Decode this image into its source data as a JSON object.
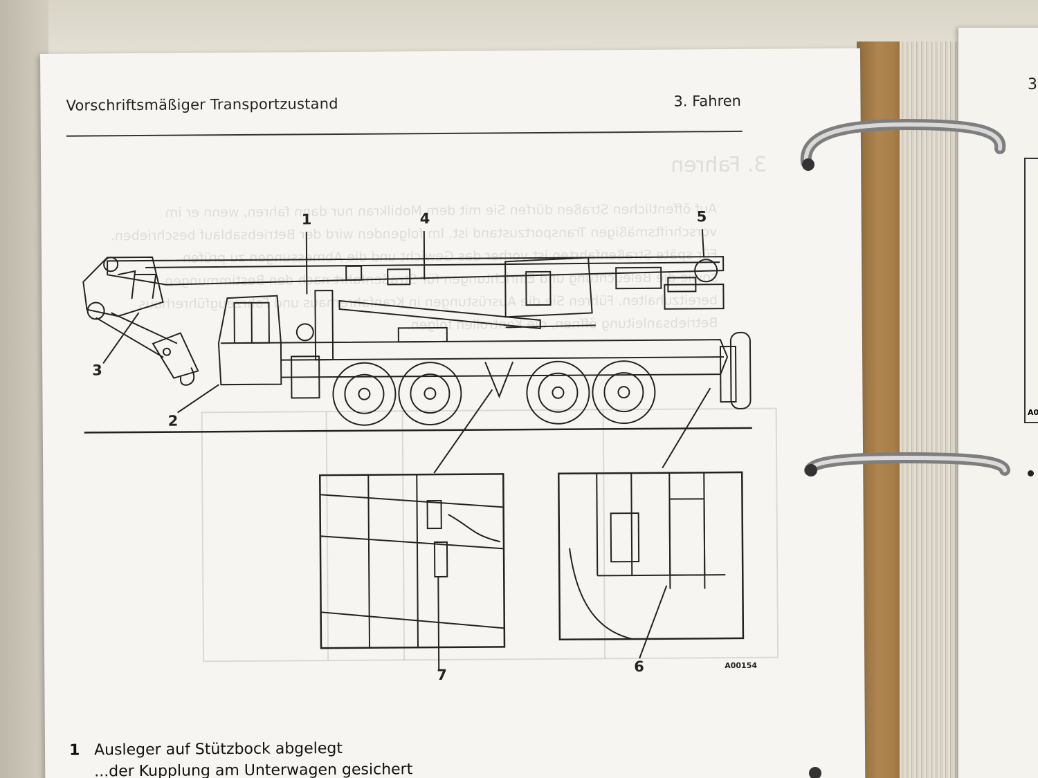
{
  "page": {
    "header_left": "Vorschriftsmäßiger Transportzustand",
    "header_right": "3. Fahren"
  },
  "figure": {
    "callouts": [
      "1",
      "2",
      "3",
      "4",
      "5",
      "6",
      "7"
    ],
    "code": "A00154"
  },
  "legend": [
    {
      "num": "1",
      "text": "Ausleger auf Stützbock abgelegt"
    },
    {
      "num": "",
      "text": "...der Kupplung am Unterwagen gesichert"
    }
  ],
  "right_page": {
    "header_fragment": "3.",
    "code_fragment": "A0"
  }
}
